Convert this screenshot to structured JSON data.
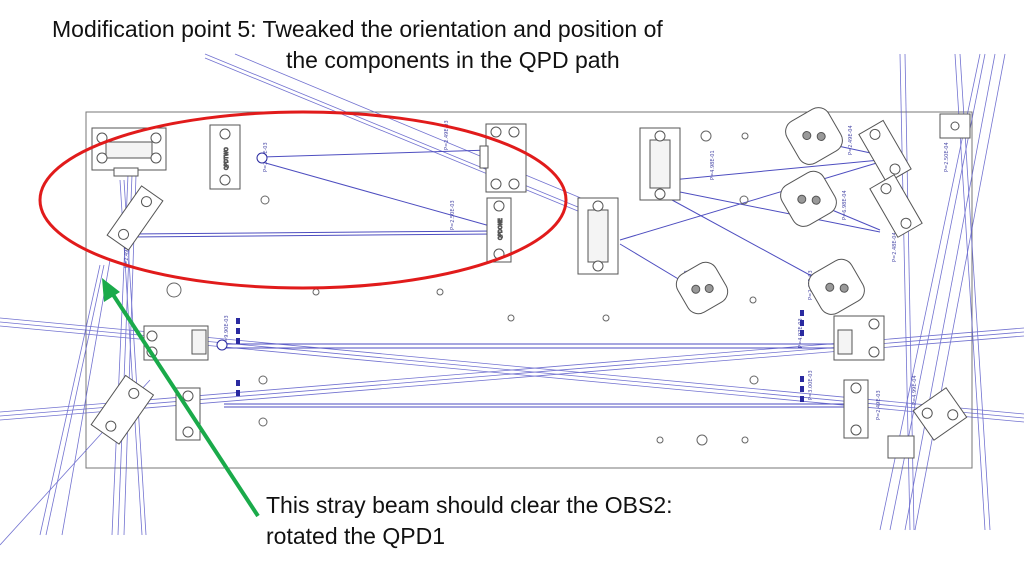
{
  "title": {
    "line1": "Modification point 5: Tweaked the orientation and position of",
    "line2": "the components in the QPD path"
  },
  "caption": {
    "line1": "This stray beam should clear the OBS2:",
    "line2": "rotated the QPD1"
  },
  "colors": {
    "beam": "#5a5ac8",
    "outline": "#555555",
    "highlight_ellipse": "#e11b1b",
    "arrow": "#1aaa4a",
    "marker": "#2a2aa0"
  },
  "icons": {
    "highlight": "ellipse-highlight",
    "pointer": "arrow-pointer"
  }
}
